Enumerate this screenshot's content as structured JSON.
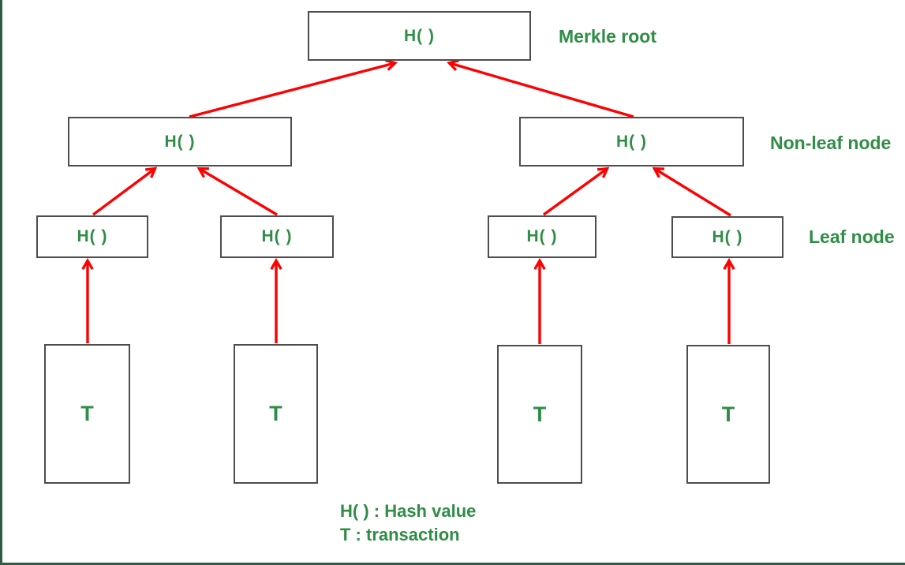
{
  "diagram": {
    "root": {
      "label": "H( )",
      "annotation": "Merkle root"
    },
    "non_leaf_nodes": [
      {
        "label": "H( )"
      },
      {
        "label": "H( )"
      }
    ],
    "non_leaf_annotation": "Non-leaf node",
    "leaf_nodes": [
      {
        "label": "H( )"
      },
      {
        "label": "H( )"
      },
      {
        "label": "H( )"
      },
      {
        "label": "H( )"
      }
    ],
    "leaf_annotation": "Leaf node",
    "transactions": [
      {
        "label": "T"
      },
      {
        "label": "T"
      },
      {
        "label": "T"
      },
      {
        "label": "T"
      }
    ],
    "legend": [
      "H( ) : Hash value",
      "T : transaction"
    ]
  },
  "colors": {
    "green": "#2f8d46",
    "red": "#fe0000",
    "box-border": "#4d4d4d",
    "frame-green": "#2e5e40"
  }
}
